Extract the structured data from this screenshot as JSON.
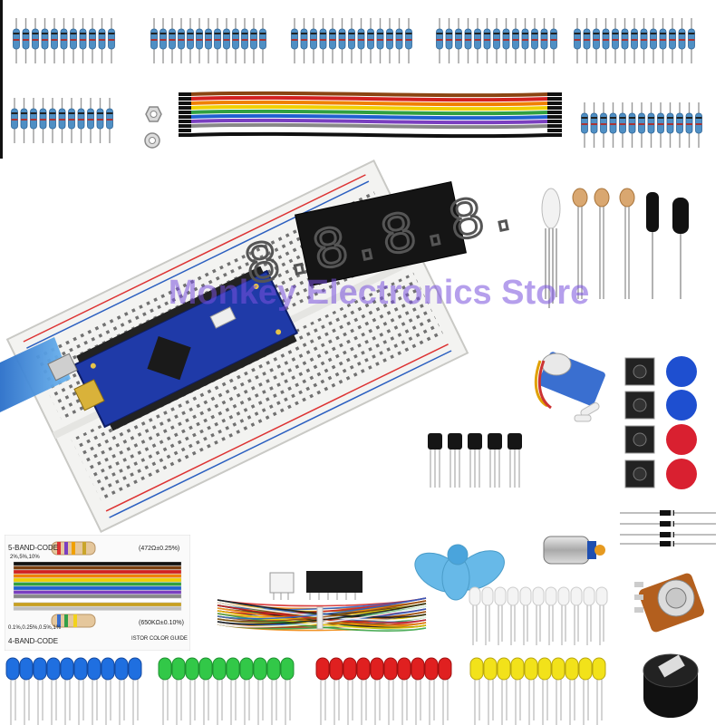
{
  "watermark": "Monkey Electronics Store",
  "display": {
    "digits": "8.8.8.8."
  },
  "color_card": {
    "five_band_title": "5-BAND-CODE",
    "five_band_tolerance": "2%,5%,10%",
    "five_band_example": "(472Ω±0.25%)",
    "four_band_title": "4-BAND-CODE",
    "four_band_tolerance": "0.1%,0.25%,0.5%,1%",
    "four_band_example": "(650KΩ±0.10%)",
    "guide_label": "ISTOR COLOR GUIDE"
  },
  "colors": {
    "resistor_body": "#4f8fc4",
    "pcb_blue": "#1f3aa8",
    "breadboard": "#f2f2f0",
    "led_blue": "#1f6fe0",
    "led_green": "#32c848",
    "led_red": "#e02020",
    "led_yellow": "#f2e21a",
    "watermark": "#7850dc"
  }
}
